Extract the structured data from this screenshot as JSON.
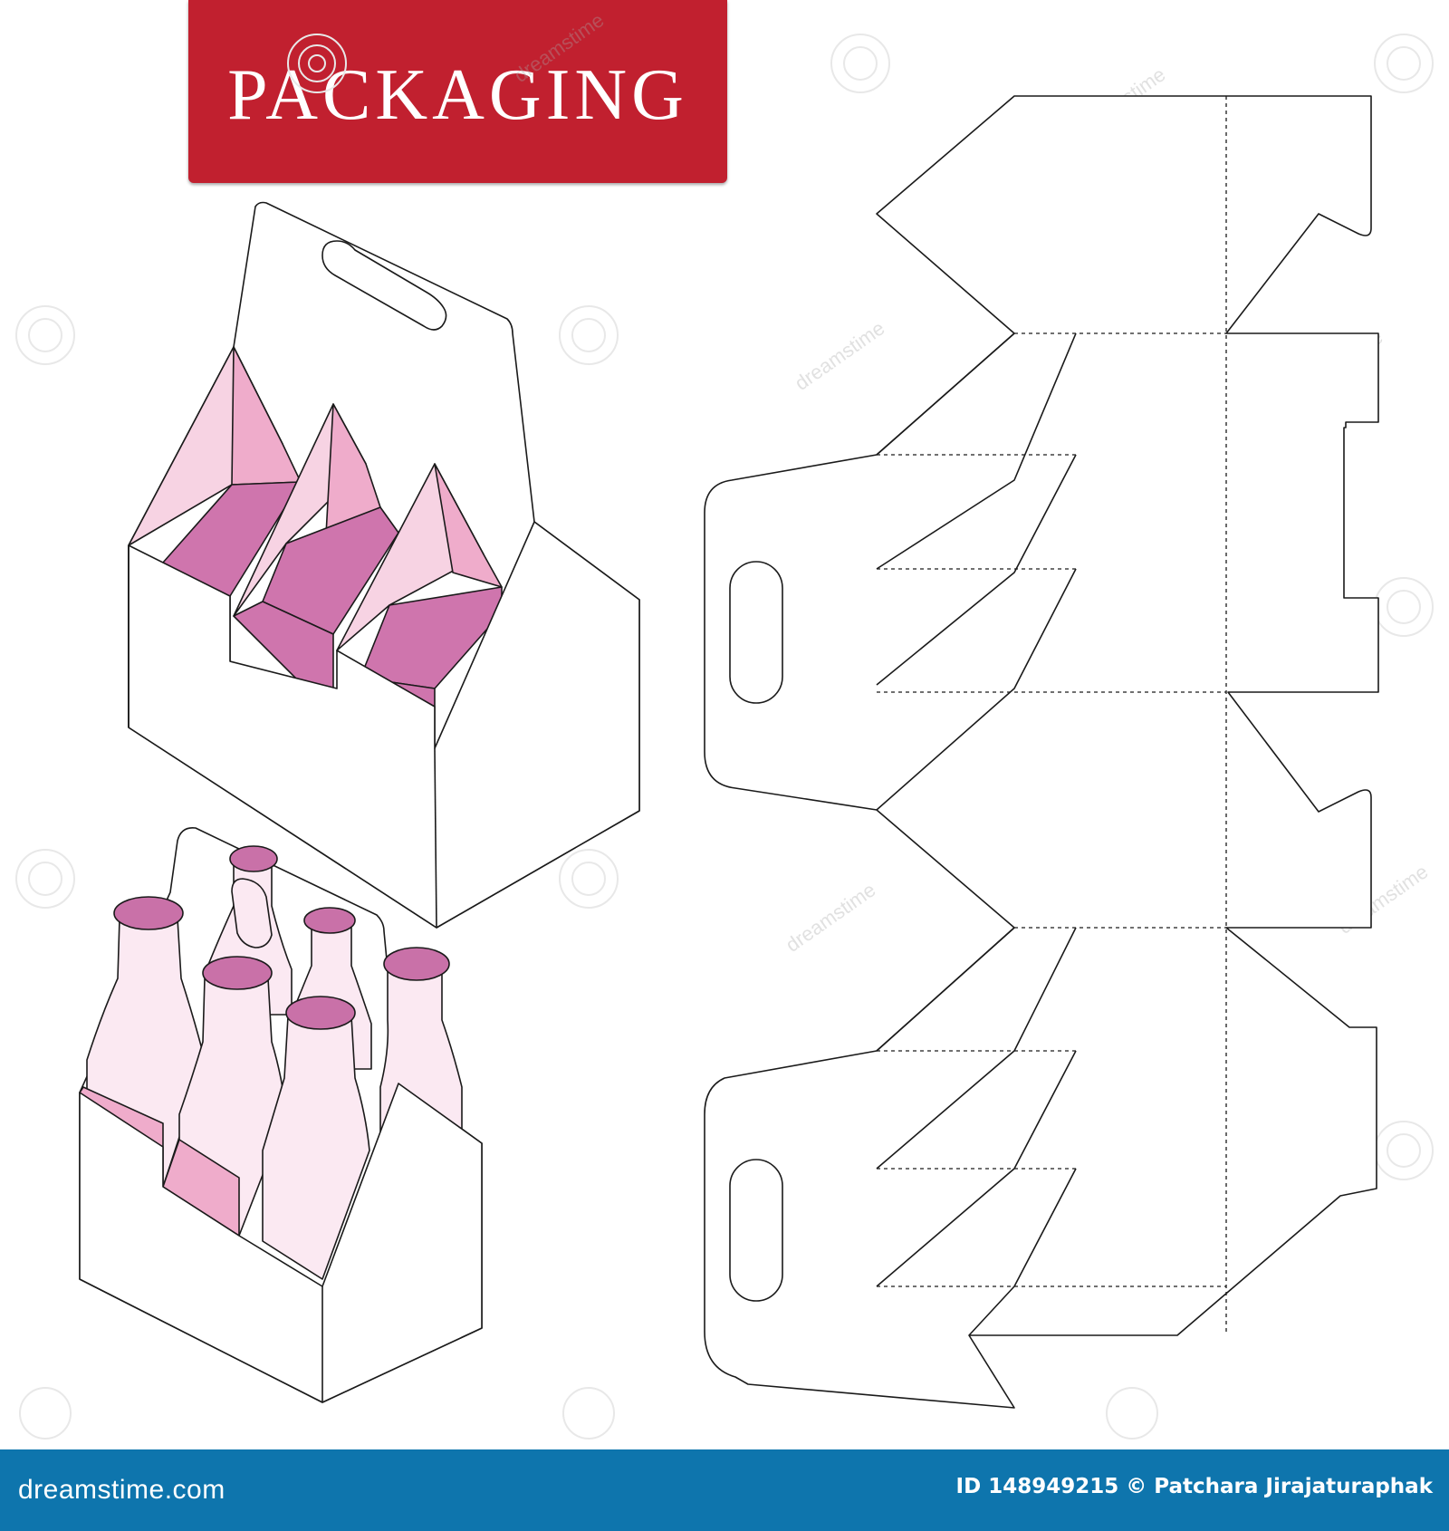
{
  "banner": {
    "title": "PACKAGING"
  },
  "footer": {
    "logo": "dreamstime.com",
    "id_prefix": "ID",
    "image_id": "148949215",
    "credit": "© Patchara Jirajaturaphak"
  },
  "watermark": {
    "text": "dreamstime"
  },
  "colors": {
    "banner_red": "#c1202f",
    "footer_blue": "#0e75ad",
    "divider_light_pink": "#f7d3e3",
    "divider_mid_pink": "#efaccb",
    "divider_dark_pink": "#cf75ad",
    "bottle_glass": "#fbe9f2",
    "bottle_cap": "#c971a8",
    "outline": "#1a1a1a"
  },
  "icons": [
    "bottle-carrier-empty-icon",
    "bottle-carrier-with-bottles-icon",
    "dieline-template-icon"
  ]
}
